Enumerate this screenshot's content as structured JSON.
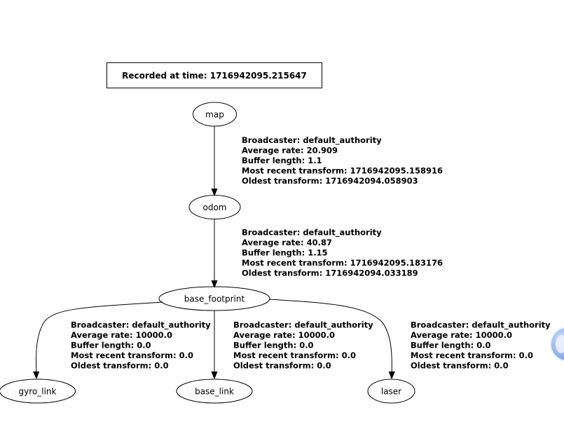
{
  "header": {
    "text": "Recorded at time: 1716942095.215647"
  },
  "nodes": {
    "map": "map",
    "odom": "odom",
    "base_footprint": "base_footprint",
    "gyro_link": "gyro_link",
    "base_link": "base_link",
    "laser": "laser"
  },
  "edges": {
    "map_odom": {
      "broadcaster": "Broadcaster: default_authority",
      "rate": "Average rate: 20.909",
      "buffer": "Buffer length: 1.1",
      "recent": "Most recent transform: 1716942095.158916",
      "oldest": "Oldest transform: 1716942094.058903"
    },
    "odom_base_footprint": {
      "broadcaster": "Broadcaster: default_authority",
      "rate": "Average rate: 40.87",
      "buffer": "Buffer length: 1.15",
      "recent": "Most recent transform: 1716942095.183176",
      "oldest": "Oldest transform: 1716942094.033189"
    },
    "base_footprint_gyro_link": {
      "broadcaster": "Broadcaster: default_authority",
      "rate": "Average rate: 10000.0",
      "buffer": "Buffer length: 0.0",
      "recent": "Most recent transform: 0.0",
      "oldest": "Oldest transform: 0.0"
    },
    "base_footprint_base_link": {
      "broadcaster": "Broadcaster: default_authority",
      "rate": "Average rate: 10000.0",
      "buffer": "Buffer length: 0.0",
      "recent": "Most recent transform: 0.0",
      "oldest": "Oldest transform: 0.0"
    },
    "base_footprint_laser": {
      "broadcaster": "Broadcaster: default_authority",
      "rate": "Average rate: 10000.0",
      "buffer": "Buffer length: 0.0",
      "recent": "Most recent transform: 0.0",
      "oldest": "Oldest transform: 0.0"
    }
  }
}
